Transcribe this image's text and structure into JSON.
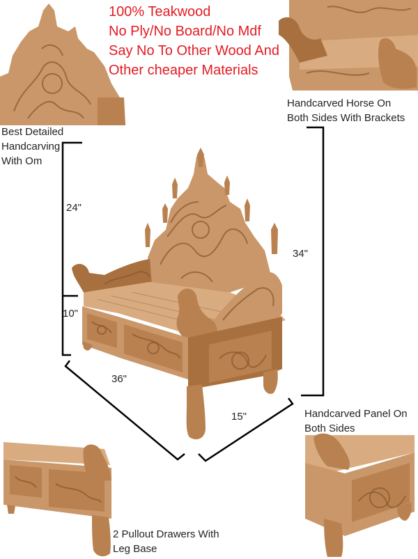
{
  "promo": {
    "line1": "100% Teakwood",
    "line2": "No Ply/No Board/No Mdf",
    "line3": "Say No To Other Wood And",
    "line4": "Other cheaper Materials",
    "color": "#e31b23"
  },
  "callouts": {
    "carving": {
      "line1": "Best Detailed",
      "line2": "Handcarving",
      "line3": "With Om"
    },
    "horse": {
      "line1": "Handcarved Horse On",
      "line2": "Both Sides With Brackets"
    },
    "panel": {
      "line1": "Handcarved Panel On",
      "line2": "Both Sides"
    },
    "drawers": {
      "line1": "2 Pullout Drawers With",
      "line2": "Leg Base"
    }
  },
  "dimensions": {
    "back_height": "24\"",
    "seat_height": "10\"",
    "total_height": "34\"",
    "width": "36\"",
    "depth": "15\""
  },
  "colors": {
    "teak": "#c9976a",
    "teak_light": "#d8ac80",
    "teak_dark": "#a86f3f"
  }
}
